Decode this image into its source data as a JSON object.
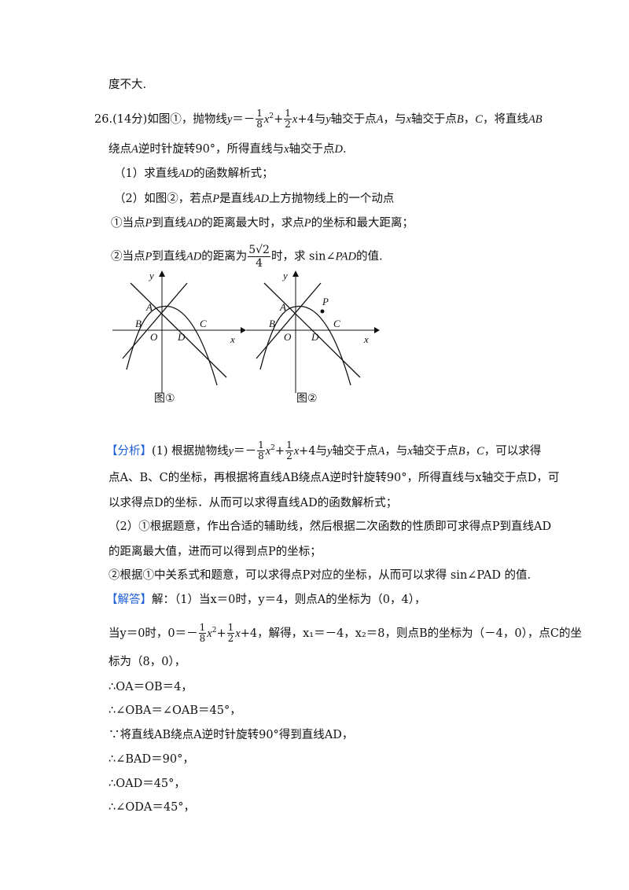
{
  "header_line": "度不大.",
  "problem": {
    "number": "26.",
    "score": "(14分)",
    "text_a": "如图①，抛物线",
    "text_b": "与",
    "text_c": "轴交于点",
    "text_d": "，与",
    "text_e": "轴交于点",
    "text_f": "，将直线",
    "line2": "绕点",
    "line2b": "逆时针旋转90°，所得直线与",
    "line2c": "轴交于点",
    "q1": "（1）求直线",
    "q1b": "的函数解析式；",
    "q2": "（2）如图②，若点",
    "q2b": "是直线",
    "q2c": "上方抛物线上的一个动点",
    "q2_1": "①当点",
    "q2_1b": "到直线",
    "q2_1c": "的距离最大时，求点",
    "q2_1d": "的坐标和最大距离；",
    "q2_2": "②当点",
    "q2_2b": "到直线",
    "q2_2c": "的距离为",
    "q2_2d": "时，求 sin∠",
    "q2_2e": "的值."
  },
  "figures": {
    "fig1_caption": "图①",
    "fig2_caption": "图②",
    "labels": {
      "y": "y",
      "x": "x",
      "A": "A",
      "B": "B",
      "C": "C",
      "O": "O",
      "D": "D",
      "P": "P"
    }
  },
  "analysis": {
    "tag": "【分析】",
    "p1a": "(1) 根据抛物线",
    "p1b": "与",
    "p1c": "轴交于点",
    "p1d": "，与",
    "p1e": "轴交于点",
    "p1f": "，可以求得",
    "p2": "点A、B、C的坐标，再根据将直线AB绕点A逆时针旋转90°，所得直线与x轴交于点D，可",
    "p3": "以求得点D的坐标．从而可以求得直线AD的函数解析式；",
    "p4": "（2）①根据题意，作出合适的辅助线，然后根据二次函数的性质即可求得点P到直线AD",
    "p5": "的距离最大值，进而可以得到点P的坐标；",
    "p6": "②根据①中关系式和题意，可以求得点P对应的坐标，从而可以求得 sin∠PAD 的值."
  },
  "solution": {
    "tag": "【解答】",
    "s1": "解：（1）当x＝0时，y＝4，则点A的坐标为（0，4），",
    "s2a": "当y＝0时，0＝－",
    "s2b": "，解得，x₁＝－4，x₂＝8，则点B的坐标为（－4，0），点C的坐",
    "s3": "标为（8，0），",
    "s4": "∴OA＝OB＝4，",
    "s5": "∴∠OBA＝∠OAB＝45°，",
    "s6": "∵将直线AB绕点A逆时针旋转90°得到直线AD，",
    "s7": "∴∠BAD＝90°，",
    "s8": "∴OAD＝45°，",
    "s9": "∴∠ODA＝45°，"
  }
}
